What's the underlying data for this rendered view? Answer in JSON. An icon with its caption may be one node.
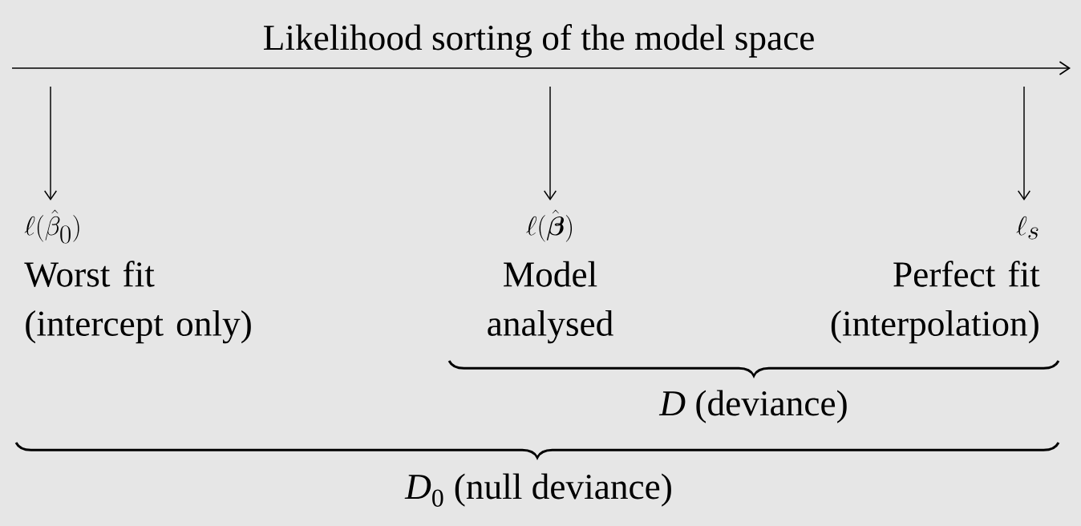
{
  "diagram": {
    "title": "Likelihood sorting of the model space",
    "nodes": [
      {
        "text": [
          "\\ell(\\hat{\\beta}_0)",
          "Worst fit (intercept only)"
        ]
      },
      {
        "text": [
          "\\ell(\\hat{\\boldsymbol{\\beta}})",
          "Model analysed"
        ]
      },
      {
        "text": [
          "\\ell_s",
          "Perfect fit (interpolation)"
        ]
      }
    ],
    "edges": [
      {
        "from": null,
        "to": 0,
        "arrow": "to"
      },
      {
        "from": null,
        "to": 1,
        "arrow": "to"
      },
      {
        "from": null,
        "to": 2,
        "arrow": "to"
      }
    ],
    "labels": [
      "*D* (deviance)",
      "*D*$_{0}$ (null deviance)"
    ]
  }
}
